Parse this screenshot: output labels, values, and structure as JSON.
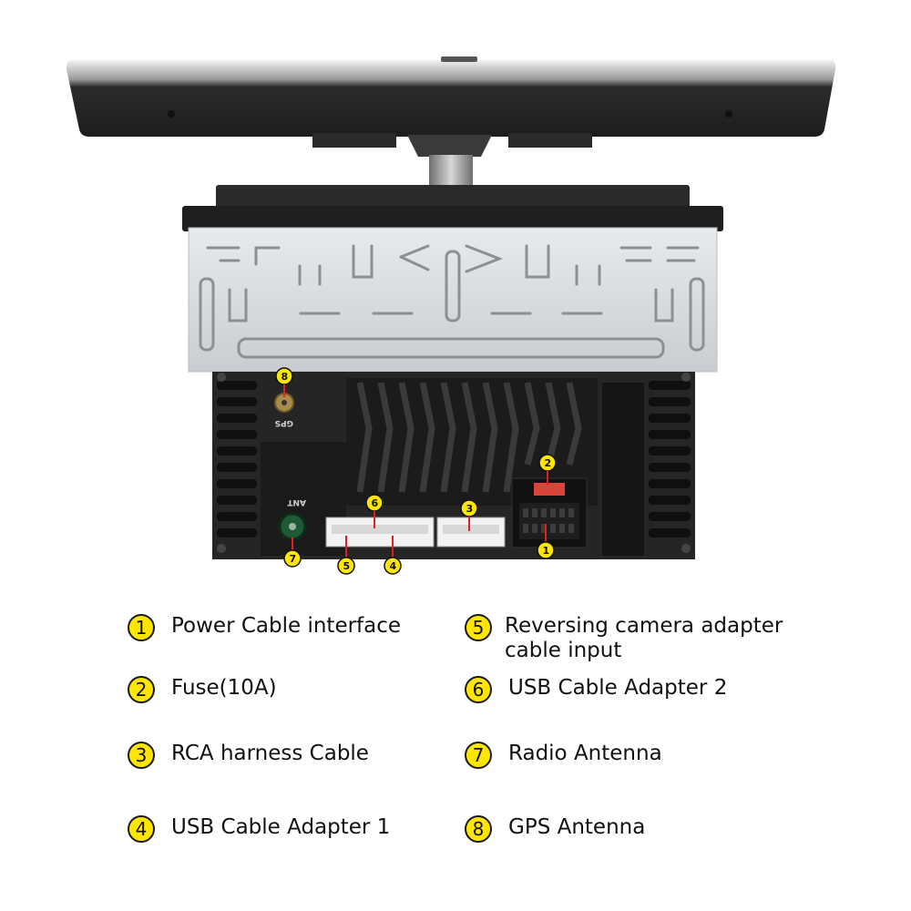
{
  "product_photo": {
    "gps_port_label": "GPS",
    "antenna_port_label": "ANT",
    "markers": [
      "1",
      "2",
      "3",
      "4",
      "5",
      "6",
      "7",
      "8"
    ]
  },
  "legend": {
    "items": [
      {
        "number": "1",
        "label": "Power Cable interface"
      },
      {
        "number": "2",
        "label": "Fuse(10A)"
      },
      {
        "number": "3",
        "label": "RCA harness Cable"
      },
      {
        "number": "4",
        "label": "USB Cable Adapter 1"
      },
      {
        "number": "5",
        "label": "Reversing camera adapter cable input"
      },
      {
        "number": "6",
        "label": "USB Cable Adapter 2"
      },
      {
        "number": "7",
        "label": "Radio Antenna"
      },
      {
        "number": "8",
        "label": "GPS Antenna"
      }
    ]
  },
  "colors": {
    "badge_fill": "#ffe600",
    "marker_arrow": "#e02020",
    "chassis_dark": "#232323",
    "bracket_silver": "#d9dde0"
  }
}
